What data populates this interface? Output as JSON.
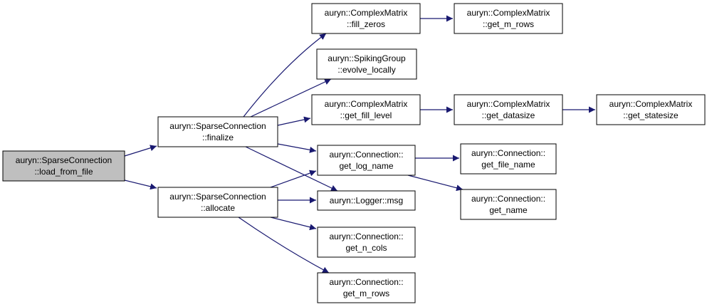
{
  "graph": {
    "background": "#ffffff",
    "node_fill": "#ffffff",
    "highlight_fill": "#bfbfbf",
    "edge_color": "#191970",
    "nodes": [
      {
        "id": "load_from_file",
        "line1": "auryn::SparseConnection",
        "line2": "::load_from_file",
        "highlighted": true
      },
      {
        "id": "finalize",
        "line1": "auryn::SparseConnection",
        "line2": "::finalize"
      },
      {
        "id": "allocate",
        "line1": "auryn::SparseConnection",
        "line2": "::allocate"
      },
      {
        "id": "fill_zeros",
        "line1": "auryn::ComplexMatrix",
        "line2": "::fill_zeros"
      },
      {
        "id": "cm_get_m_rows",
        "line1": "auryn::ComplexMatrix",
        "line2": "::get_m_rows"
      },
      {
        "id": "evolve_locally",
        "line1": "auryn::SpikingGroup",
        "line2": "::evolve_locally"
      },
      {
        "id": "get_fill_level",
        "line1": "auryn::ComplexMatrix",
        "line2": "::get_fill_level"
      },
      {
        "id": "get_datasize",
        "line1": "auryn::ComplexMatrix",
        "line2": "::get_datasize"
      },
      {
        "id": "get_statesize",
        "line1": "auryn::ComplexMatrix",
        "line2": "::get_statesize"
      },
      {
        "id": "get_log_name",
        "line1": "auryn::Connection::",
        "line2": "get_log_name"
      },
      {
        "id": "get_file_name",
        "line1": "auryn::Connection::",
        "line2": "get_file_name"
      },
      {
        "id": "msg",
        "line1": "auryn::Logger::msg",
        "line2": ""
      },
      {
        "id": "get_name",
        "line1": "auryn::Connection::",
        "line2": "get_name"
      },
      {
        "id": "get_n_cols",
        "line1": "auryn::Connection::",
        "line2": "get_n_cols"
      },
      {
        "id": "conn_get_m_rows",
        "line1": "auryn::Connection::",
        "line2": "get_m_rows"
      }
    ],
    "edges": [
      {
        "from": "load_from_file",
        "to": "finalize"
      },
      {
        "from": "load_from_file",
        "to": "allocate"
      },
      {
        "from": "finalize",
        "to": "fill_zeros"
      },
      {
        "from": "finalize",
        "to": "evolve_locally"
      },
      {
        "from": "finalize",
        "to": "get_fill_level"
      },
      {
        "from": "finalize",
        "to": "get_log_name"
      },
      {
        "from": "finalize",
        "to": "msg"
      },
      {
        "from": "fill_zeros",
        "to": "cm_get_m_rows"
      },
      {
        "from": "get_fill_level",
        "to": "get_datasize"
      },
      {
        "from": "get_datasize",
        "to": "get_statesize"
      },
      {
        "from": "get_log_name",
        "to": "get_file_name"
      },
      {
        "from": "get_log_name",
        "to": "get_name"
      },
      {
        "from": "allocate",
        "to": "get_log_name"
      },
      {
        "from": "allocate",
        "to": "msg"
      },
      {
        "from": "allocate",
        "to": "get_n_cols"
      },
      {
        "from": "allocate",
        "to": "conn_get_m_rows"
      }
    ]
  }
}
